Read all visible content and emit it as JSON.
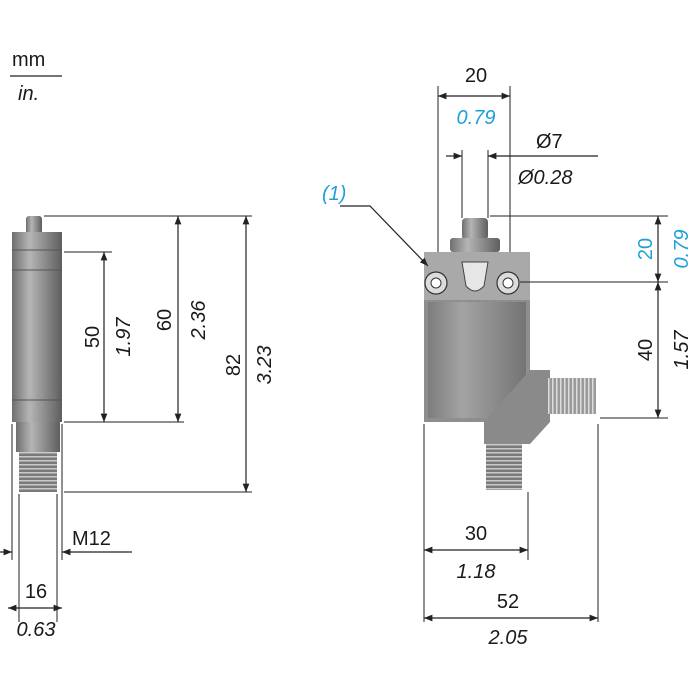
{
  "units": {
    "top": "mm",
    "bottom": "in."
  },
  "colors": {
    "inch_highlight": "#1ea0d8",
    "body": "#8e8e8e",
    "line": "#222222"
  },
  "side_view": {
    "dim_50": {
      "mm": "50",
      "in": "1.97"
    },
    "dim_60": {
      "mm": "60",
      "in": "2.36"
    },
    "dim_82": {
      "mm": "82",
      "in": "3.23"
    },
    "thread_label": "M12",
    "width": {
      "mm": "16",
      "in": "0.63"
    }
  },
  "front_view": {
    "callout": "(1)",
    "width_top": {
      "mm": "20",
      "in": "0.79"
    },
    "plunger_dia": {
      "mm": "Ø7",
      "in": "Ø0.28"
    },
    "plunger_height": {
      "mm": "20",
      "in": "0.79"
    },
    "body_height": {
      "mm": "40",
      "in": "1.57"
    },
    "body_width": {
      "mm": "30",
      "in": "1.18"
    },
    "overall_width": {
      "mm": "52",
      "in": "2.05"
    }
  }
}
